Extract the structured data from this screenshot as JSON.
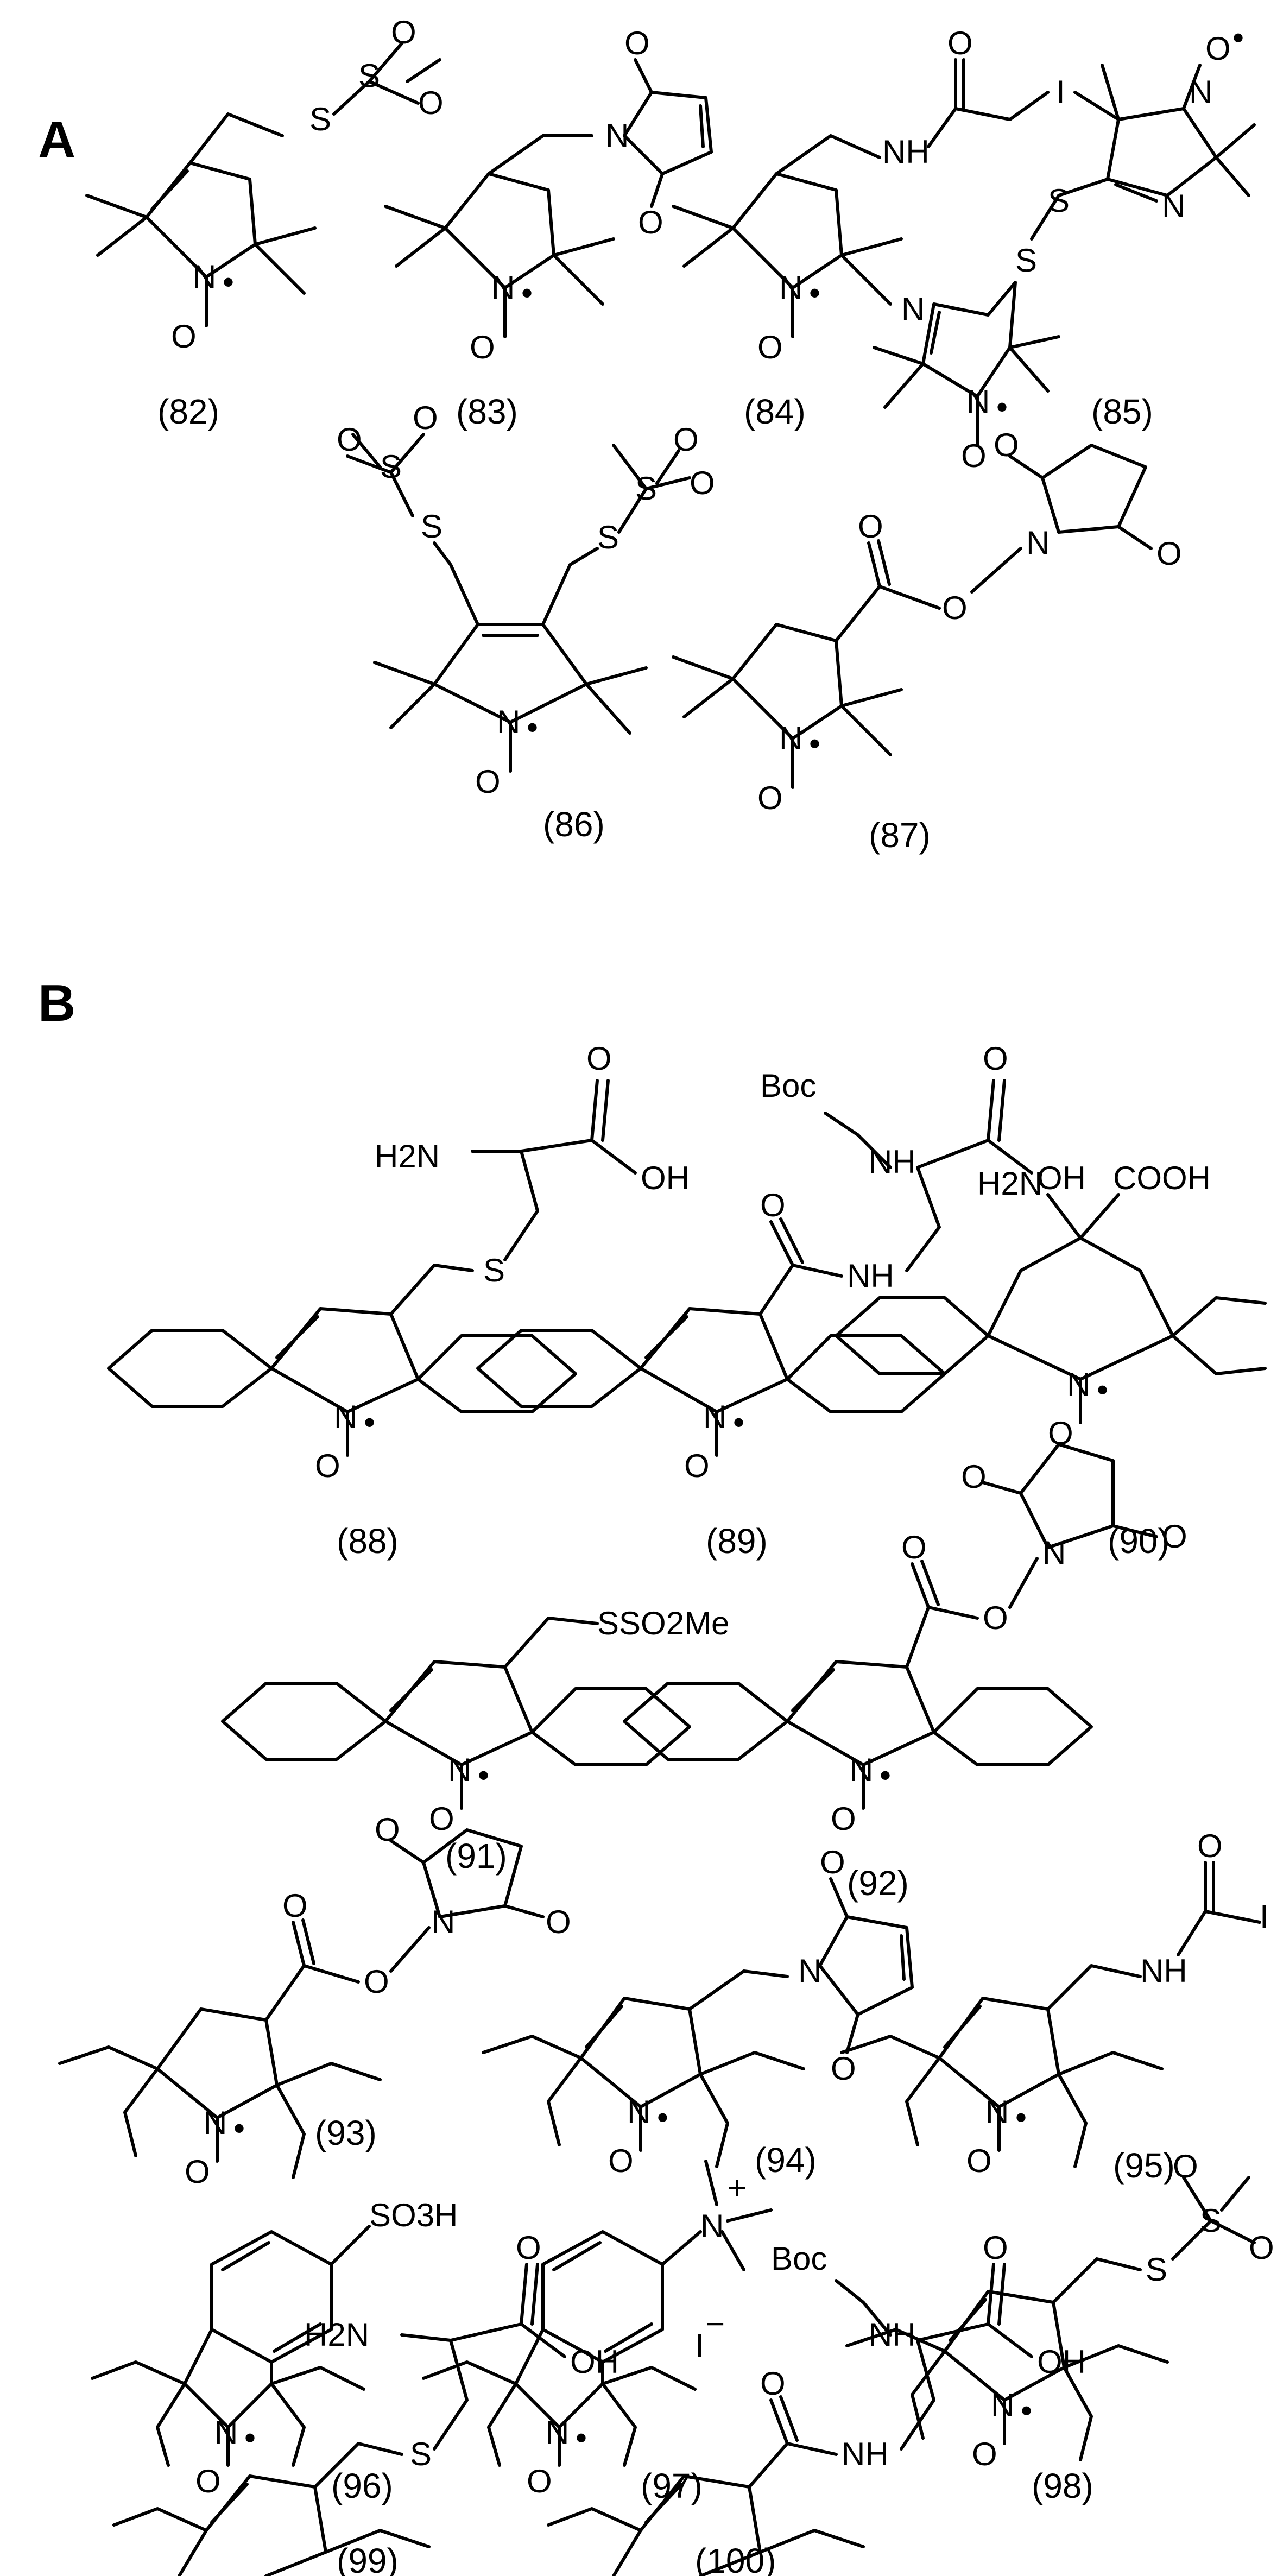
{
  "panels": {
    "A": {
      "label": "A"
    },
    "B": {
      "label": "B"
    }
  },
  "compounds": {
    "c82": "(82)",
    "c83": "(83)",
    "c84": "(84)",
    "c85": "(85)",
    "c86": "(86)",
    "c87": "(87)",
    "c88": "(88)",
    "c89": "(89)",
    "c90": "(90)",
    "c91": "(91)",
    "c92": "(92)",
    "c93": "(93)",
    "c94": "(94)",
    "c95": "(95)",
    "c96": "(96)",
    "c97": "(97)",
    "c98": "(98)",
    "c99": "(99)",
    "c100": "(100)"
  },
  "atoms": {
    "N": "N",
    "O": "O",
    "S": "S",
    "I": "I",
    "NH": "NH",
    "H2N": "H2N",
    "OH": "OH",
    "Boc": "Boc",
    "COOH": "COOH",
    "SSO2Me": "SSO2Me",
    "SO3H": "SO3H",
    "iodide": "I",
    "charge_plus": "+",
    "charge_minus": "−",
    "radical": "•"
  }
}
